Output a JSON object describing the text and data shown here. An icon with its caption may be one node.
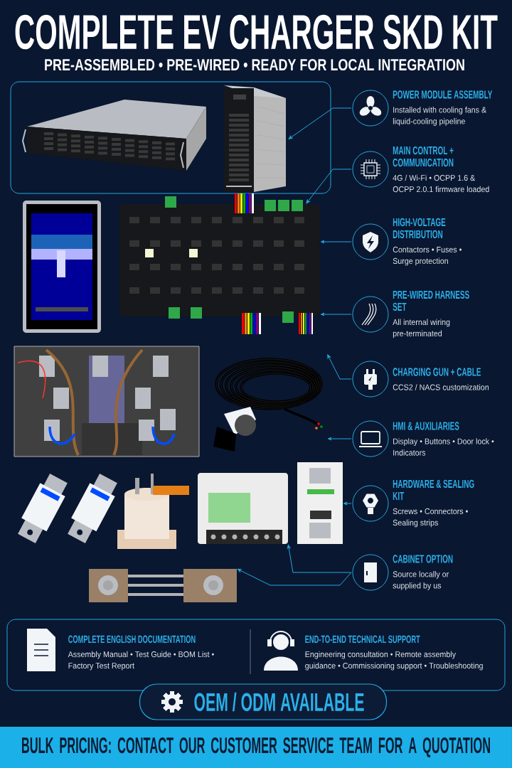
{
  "diagram": {
    "title": "COMPLETE EV CHARGER SKD KIT",
    "nodes": [
      {
        "text": [],
        "shape": "picture"
      },
      {
        "text": [],
        "shape": "picture"
      },
      {
        "text": [],
        "shape": "picture"
      },
      {
        "text": [],
        "shape": "picture"
      },
      {
        "text": [
          "POWER MODULE ASSEMBLY",
          "Installed with cooling fans & liquid-cooling pipeline"
        ]
      },
      {
        "text": [
          "MAIN CONTROL + COMMUNICATION",
          "4G / Wi-Fi • OCPP 1.6 & OCPP 2.0.1 firmware loaded"
        ]
      },
      {
        "text": [
          "HIGH-VOLTAGE DISTRIBUTION",
          "Contactors • Fuses • Surge protection"
        ]
      },
      {
        "text": [
          "PRE-WIRED HARNESS SET",
          "All internal wiring pre-terminated"
        ]
      },
      {
        "text": [
          "CHARGING GUN + CABLE",
          "CCS2 / NACS customization"
        ]
      },
      {
        "text": [
          "HMI & AUXILIARIES",
          "Display • Buttons • Door lock • Indicators"
        ]
      },
      {
        "text": [
          "HARDWARE & SEALING KIT",
          "Screws • Connectors • Sealing strips"
        ]
      },
      {
        "text": [
          "CABINET OPTION",
          "Source locally or supplied by us"
        ]
      },
      {
        "text": [],
        "shape": "box"
      },
      {
        "text": [
          "COMPLETE ENGLISH DOCUMENTATION",
          "Assembly Manual • Test Guide • BOM List • Factory Test Report"
        ],
        "in": 12
      },
      {
        "text": [
          "END-TO-END TECHNICAL SUPPORT",
          "Engineering consultation • Remote assembly guidance • Commissioning support • Troubleshooting"
        ],
        "in": 12
      },
      {
        "text": [
          "OEM / ODM AVAILABLE"
        ]
      },
      {
        "text": [
          "BULK PRICING: CONTACT OUR CUSTOMER SERVICE TEAM FOR A QUOTATION"
        ]
      },
      {
        "text": [],
        "shape": "picture"
      },
      {
        "text": [],
        "shape": "picture"
      }
    ],
    "edges": [
      {
        "from": 4,
        "to": 0,
        "arrow": "to"
      },
      {
        "from": 5,
        "to": 1,
        "arrow": "to"
      },
      {
        "from": 6,
        "to": 1,
        "arrow": "to"
      },
      {
        "from": 7,
        "to": 1,
        "arrow": "to"
      },
      {
        "from": 8,
        "to": 2,
        "arrow": "to"
      },
      {
        "from": 9,
        "to": 2,
        "arrow": "to"
      },
      {
        "from": 10,
        "to": 3,
        "arrow": "to"
      },
      {
        "from": 11,
        "to": 17,
        "arrow": "to"
      },
      {
        "from": 11,
        "to": 18,
        "arrow": "to"
      }
    ],
    "labels": [
      "PRE-ASSEMBLED • PRE-WIRED • READY FOR LOCAL INTEGRATION"
    ]
  }
}
